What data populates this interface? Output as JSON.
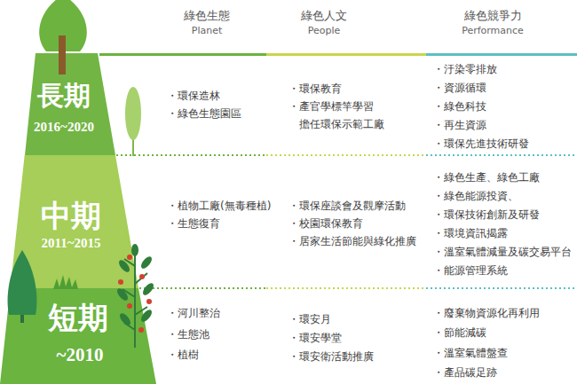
{
  "diagram": {
    "nodes": [
      {
        "text": [
          "長期",
          "2016~2020"
        ]
      },
      {
        "text": [
          "中期",
          "2011~2015"
        ]
      },
      {
        "text": [
          "短期",
          "~2010"
        ]
      }
    ],
    "labels": [
      "綠色生態",
      "Planet",
      "綠色人文",
      "People",
      "綠色競爭力",
      "Performance",
      "・環保造林",
      "・綠色生態園區",
      "・環保教育",
      "・產官學標竿學習 擔任環保示範工廠",
      "・汙染零排放",
      "・資源循環",
      "・綠色科技",
      "・再生資源",
      "・環保先進技術研發",
      "・植物工廠(無毒種植)",
      "・生態復育",
      "・環保座談會及觀摩活動",
      "・校園環保教育",
      "・居家生活節能與綠化推廣",
      "・綠色生產、綠色工廠",
      "・綠色能源投資、",
      "・環保技術創新及研發",
      "・環境資訊揭露",
      "・溫室氣體減量及碳交易平台",
      "・能源管理系統",
      "・河川整治",
      "・生態池",
      "・植樹",
      "・環安月",
      "・環安學堂",
      "・環安衛活動推廣",
      "・廢棄物資源化再利用",
      "・節能減碳",
      "・溫室氣體盤查",
      "・產品碳足跡"
    ]
  }
}
